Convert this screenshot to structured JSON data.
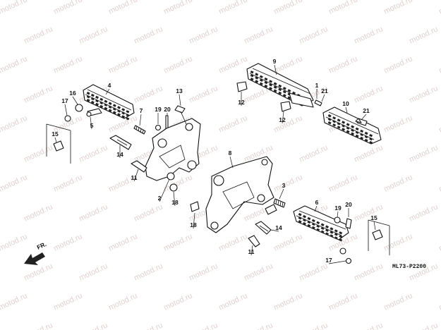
{
  "diagram": {
    "code_label": "ML73-P2200",
    "direction_label": "FR.",
    "watermark_text": "motod.ru",
    "watermark_color": "#c9a9a9",
    "callouts": [
      "1",
      "2",
      "3",
      "4",
      "5",
      "6",
      "7",
      "8",
      "9",
      "10",
      "11",
      "11",
      "12",
      "12",
      "13",
      "14",
      "14",
      "15",
      "15",
      "16",
      "17",
      "17",
      "18",
      "18",
      "19",
      "19",
      "20",
      "20",
      "21",
      "21"
    ]
  }
}
